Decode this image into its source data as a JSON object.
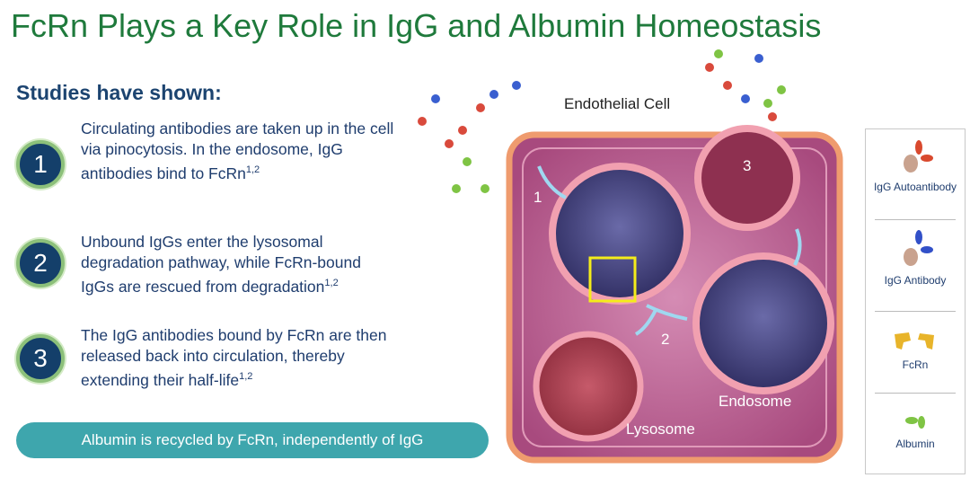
{
  "title": "FcRn Plays a Key Role in IgG and Albumin Homeostasis",
  "subheading": "Studies have shown:",
  "steps": [
    {
      "number": "1",
      "text": "Circulating antibodies are taken up in the cell via pinocytosis. In the endosome, IgG antibodies bind to FcRn",
      "ref": "1,2"
    },
    {
      "number": "2",
      "text": "Unbound IgGs enter the lysosomal degradation pathway, while FcRn-bound IgGs are rescued from degradation",
      "ref": "1,2"
    },
    {
      "number": "3",
      "text": "The IgG antibodies bound by FcRn are then released back into circulation, thereby extending their half-life",
      "ref": "1,2"
    }
  ],
  "callout": "Albumin is recycled by FcRn, independently of IgG",
  "diagram": {
    "cell_label": "Endothelial Cell",
    "endosome_label": "Endosome",
    "lysosome_label": "Lysosome",
    "markers": [
      "1",
      "2",
      "3"
    ]
  },
  "legend": [
    {
      "label": "IgG Autoantibody",
      "icon": "igg-autoantibody-icon"
    },
    {
      "label": "IgG Antibody",
      "icon": "igg-antibody-icon"
    },
    {
      "label": "FcRn",
      "icon": "fcrn-icon"
    },
    {
      "label": "Albumin",
      "icon": "albumin-icon"
    }
  ],
  "colors": {
    "title": "#1f7a3c",
    "text": "#1f3d6e",
    "callout": "#3ea6ad",
    "cell": "#b85a8a",
    "membrane": "#e8956a"
  }
}
